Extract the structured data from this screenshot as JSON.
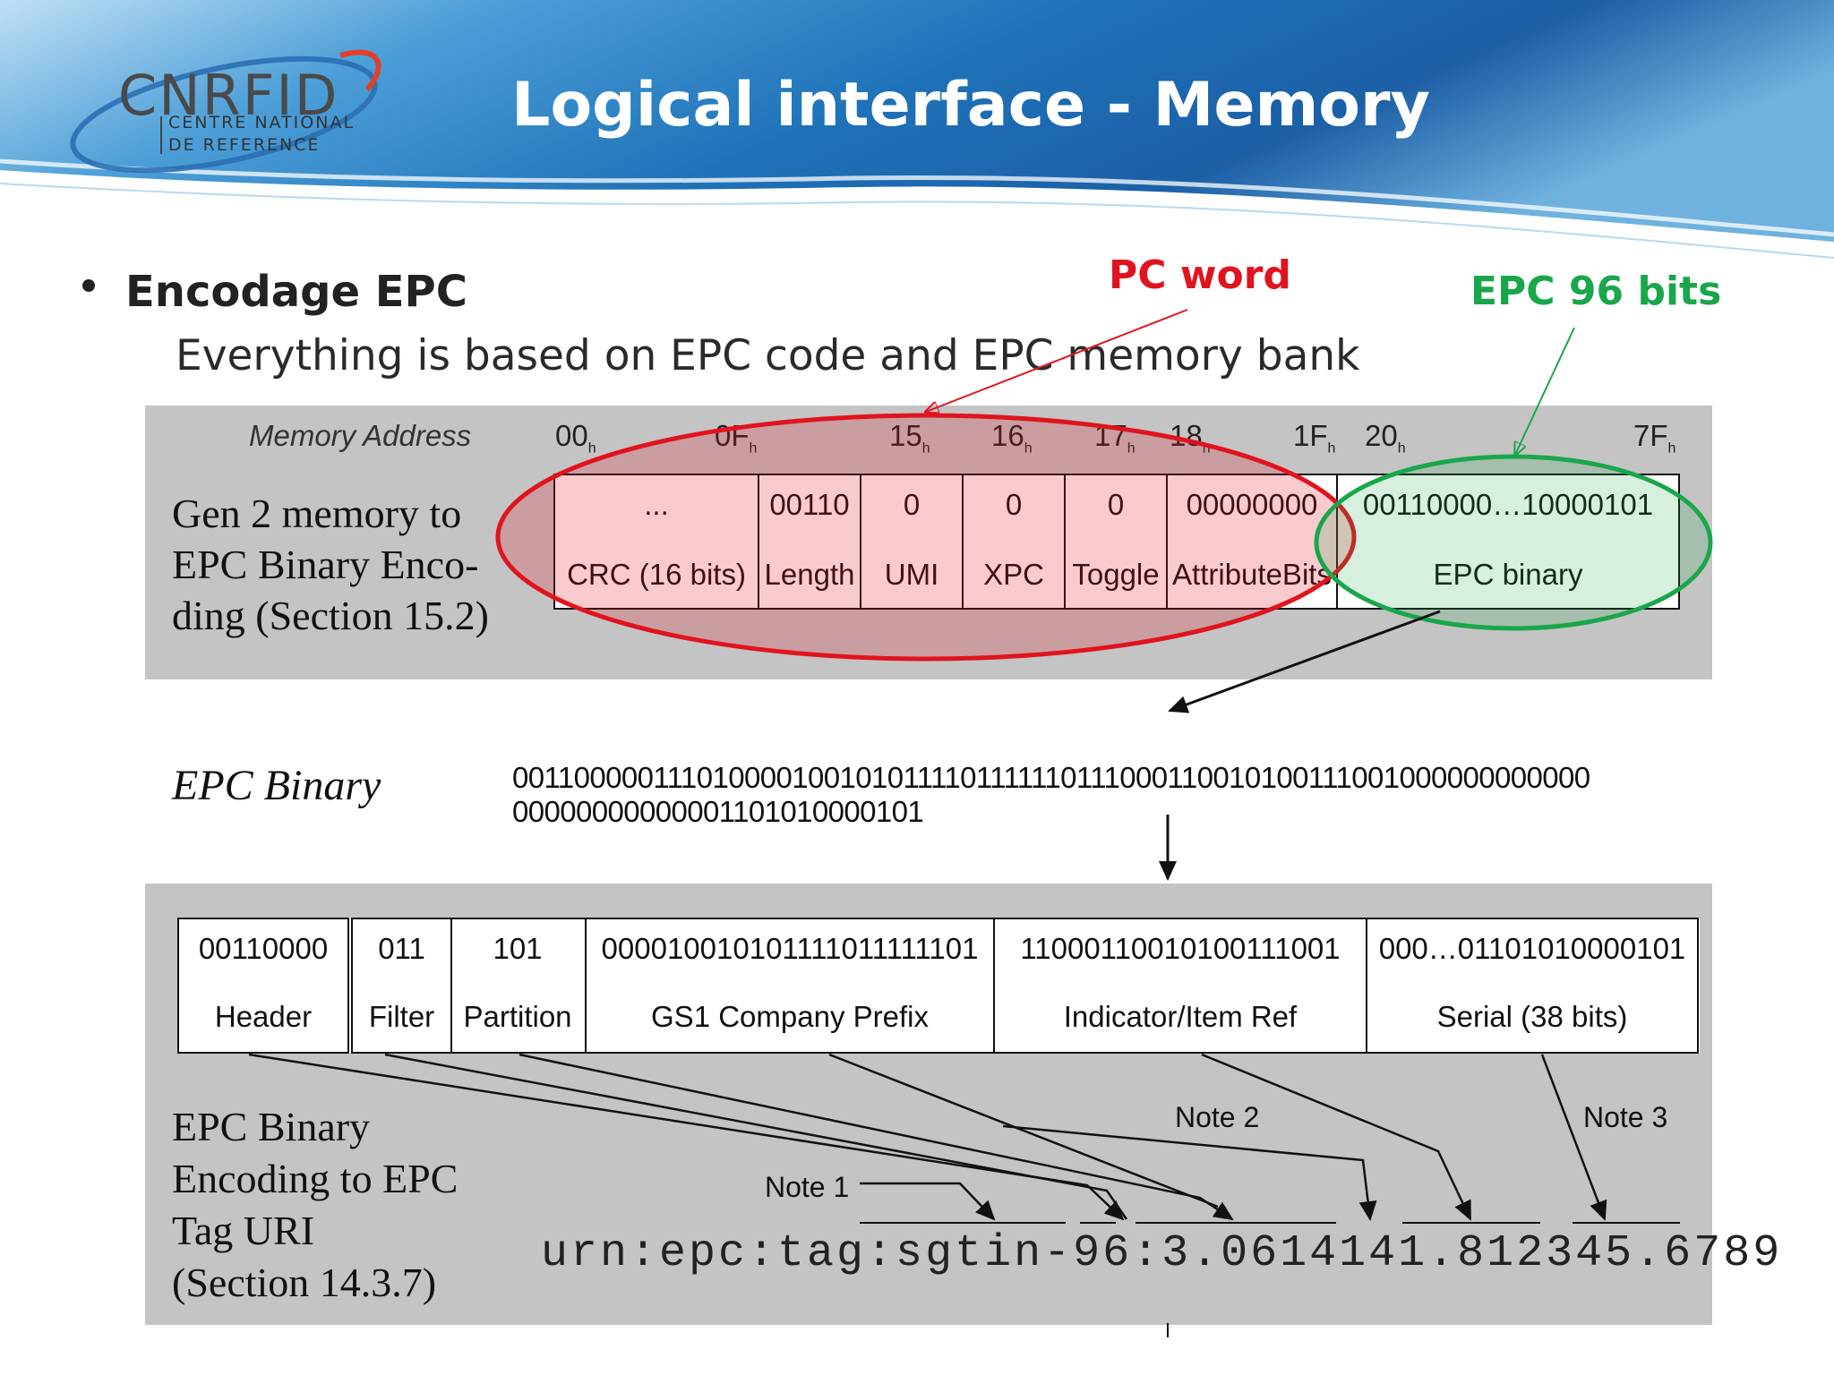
{
  "header": {
    "logo_text": "CNRFID",
    "logo_sub1": "CENTRE NATIONAL",
    "logo_sub2": "DE REFERENCE",
    "title": "Logical interface - Memory"
  },
  "bullet": {
    "main": "Encodage EPC",
    "sub": "Everything is based on EPC code and EPC memory bank"
  },
  "callouts": {
    "pc_word": "PC word",
    "epc96": "EPC 96 bits"
  },
  "colors": {
    "red": "#e0141e",
    "green": "#1aa64a",
    "header_blue": "#1f6fb0",
    "gray_panel": "#c4c4c4"
  },
  "memory": {
    "address_label": "Memory Address",
    "addresses": [
      {
        "base": "00",
        "sub": "h"
      },
      {
        "base": "0F",
        "sub": "h"
      },
      {
        "base": "15",
        "sub": "h"
      },
      {
        "base": "16",
        "sub": "h"
      },
      {
        "base": "17",
        "sub": "h"
      },
      {
        "base": "18",
        "sub": "h"
      },
      {
        "base": "1F",
        "sub": "h"
      },
      {
        "base": "20",
        "sub": "h"
      },
      {
        "base": "7F",
        "sub": "h"
      }
    ],
    "left_label": [
      "Gen 2 memory to",
      "EPC Binary Enco-",
      "ding (Section 15.2)"
    ],
    "cells": [
      {
        "value": "...",
        "label": "CRC (16 bits)"
      },
      {
        "value": "00110",
        "label": "Length"
      },
      {
        "value": "0",
        "label": "UMI"
      },
      {
        "value": "0",
        "label": "XPC"
      },
      {
        "value": "0",
        "label": "Toggle"
      },
      {
        "value": "00000000",
        "label": "AttributeBits"
      },
      {
        "value": "00110000…10000101",
        "label": "EPC binary"
      }
    ]
  },
  "epc_binary": {
    "label": "EPC Binary",
    "line1": "0011000001110100001001010111101111110111000110010100111001000000000000",
    "line2": "00000000000001101010000101"
  },
  "fields": [
    {
      "value": "00110000",
      "label": "Header"
    },
    {
      "value": "011",
      "label": "Filter"
    },
    {
      "value": "101",
      "label": "Partition"
    },
    {
      "value": "000010010101111011111101",
      "label": "GS1 Company Prefix"
    },
    {
      "value": "11000110010100111001",
      "label": "Indicator/Item Ref"
    },
    {
      "value": "000…01101010000101",
      "label": "Serial (38 bits)"
    }
  ],
  "uri_section": {
    "label": [
      "EPC Binary",
      "Encoding to EPC",
      "Tag URI",
      "(Section 14.3.7)"
    ],
    "uri": "urn:epc:tag:sgtin-96:3.0614141.812345.6789",
    "note1": "Note 1",
    "note2": "Note 2",
    "note3": "Note 3"
  }
}
